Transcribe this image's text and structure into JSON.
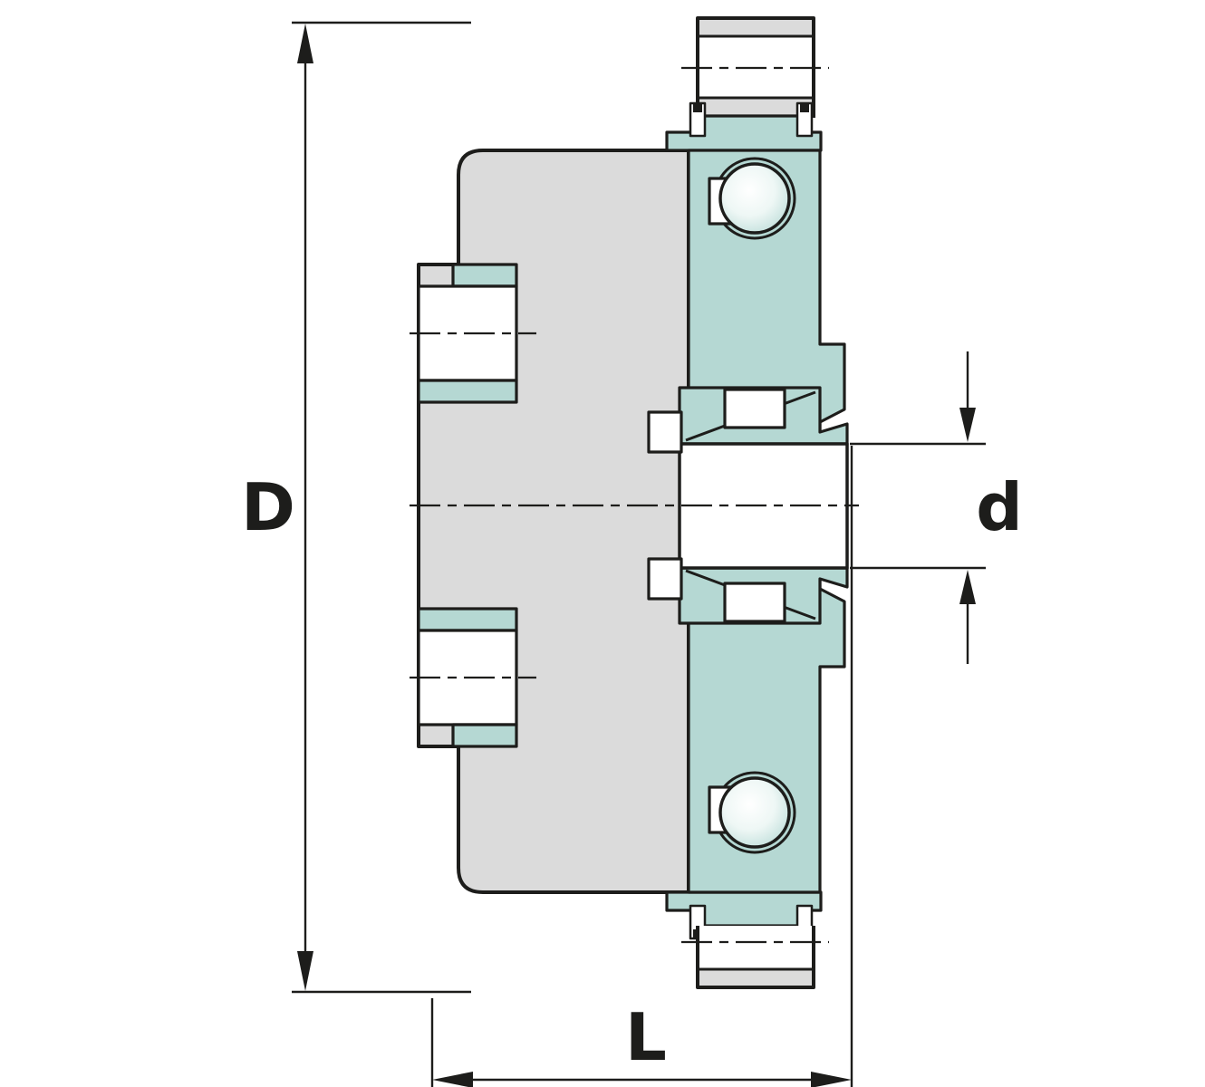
{
  "diagram": {
    "dimensions": {
      "outer": {
        "label": "D"
      },
      "bore": {
        "label": "d"
      },
      "length": {
        "label": "L"
      }
    },
    "colors": {
      "line": "#1d1d1b",
      "housing_fill": "#dbdbdb",
      "bearing_fill": "#b5d8d3",
      "background": "#ffffff",
      "ball_shade": "#c2e0dc"
    }
  }
}
